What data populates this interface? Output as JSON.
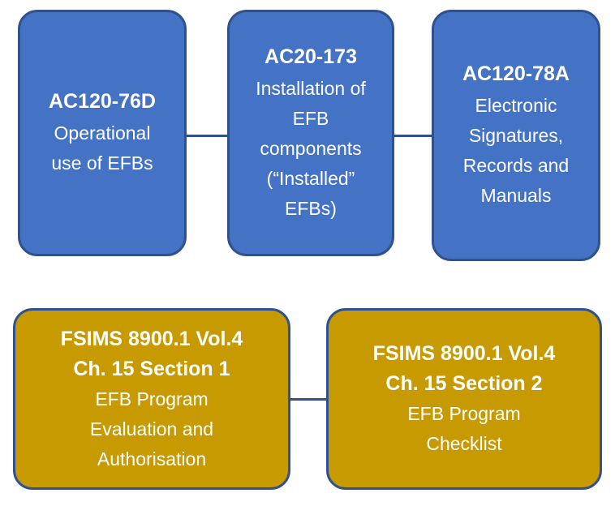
{
  "colors": {
    "blue_fill": "#4472C4",
    "gold_fill": "#C69A00",
    "border": "#2F528F",
    "text": "#FFFFFF"
  },
  "nodes": [
    {
      "id": "ac120-76d",
      "title_lines": [
        "AC120-76D"
      ],
      "description_lines": [
        "Operational",
        "use of EFBs"
      ]
    },
    {
      "id": "ac20-173",
      "title_lines": [
        "AC20-173"
      ],
      "description_lines": [
        "Installation of",
        "EFB",
        "components",
        "(“Installed”",
        "EFBs)"
      ]
    },
    {
      "id": "ac120-78a",
      "title_lines": [
        "AC120-78A"
      ],
      "description_lines": [
        "Electronic",
        "Signatures,",
        "Records and",
        "Manuals"
      ]
    },
    {
      "id": "fsims-section-1",
      "title_lines": [
        "FSIMS 8900.1 Vol.4",
        "Ch. 15 Section 1"
      ],
      "description_lines": [
        "EFB Program",
        "Evaluation and",
        "Authorisation"
      ]
    },
    {
      "id": "fsims-section-2",
      "title_lines": [
        "FSIMS 8900.1 Vol.4",
        "Ch. 15 Section 2"
      ],
      "description_lines": [
        "EFB Program",
        "Checklist"
      ]
    }
  ],
  "edges": [
    {
      "from": "ac120-76d",
      "to": "ac20-173"
    },
    {
      "from": "ac20-173",
      "to": "ac120-78a"
    },
    {
      "from": "fsims-section-1",
      "to": "fsims-section-2"
    }
  ]
}
